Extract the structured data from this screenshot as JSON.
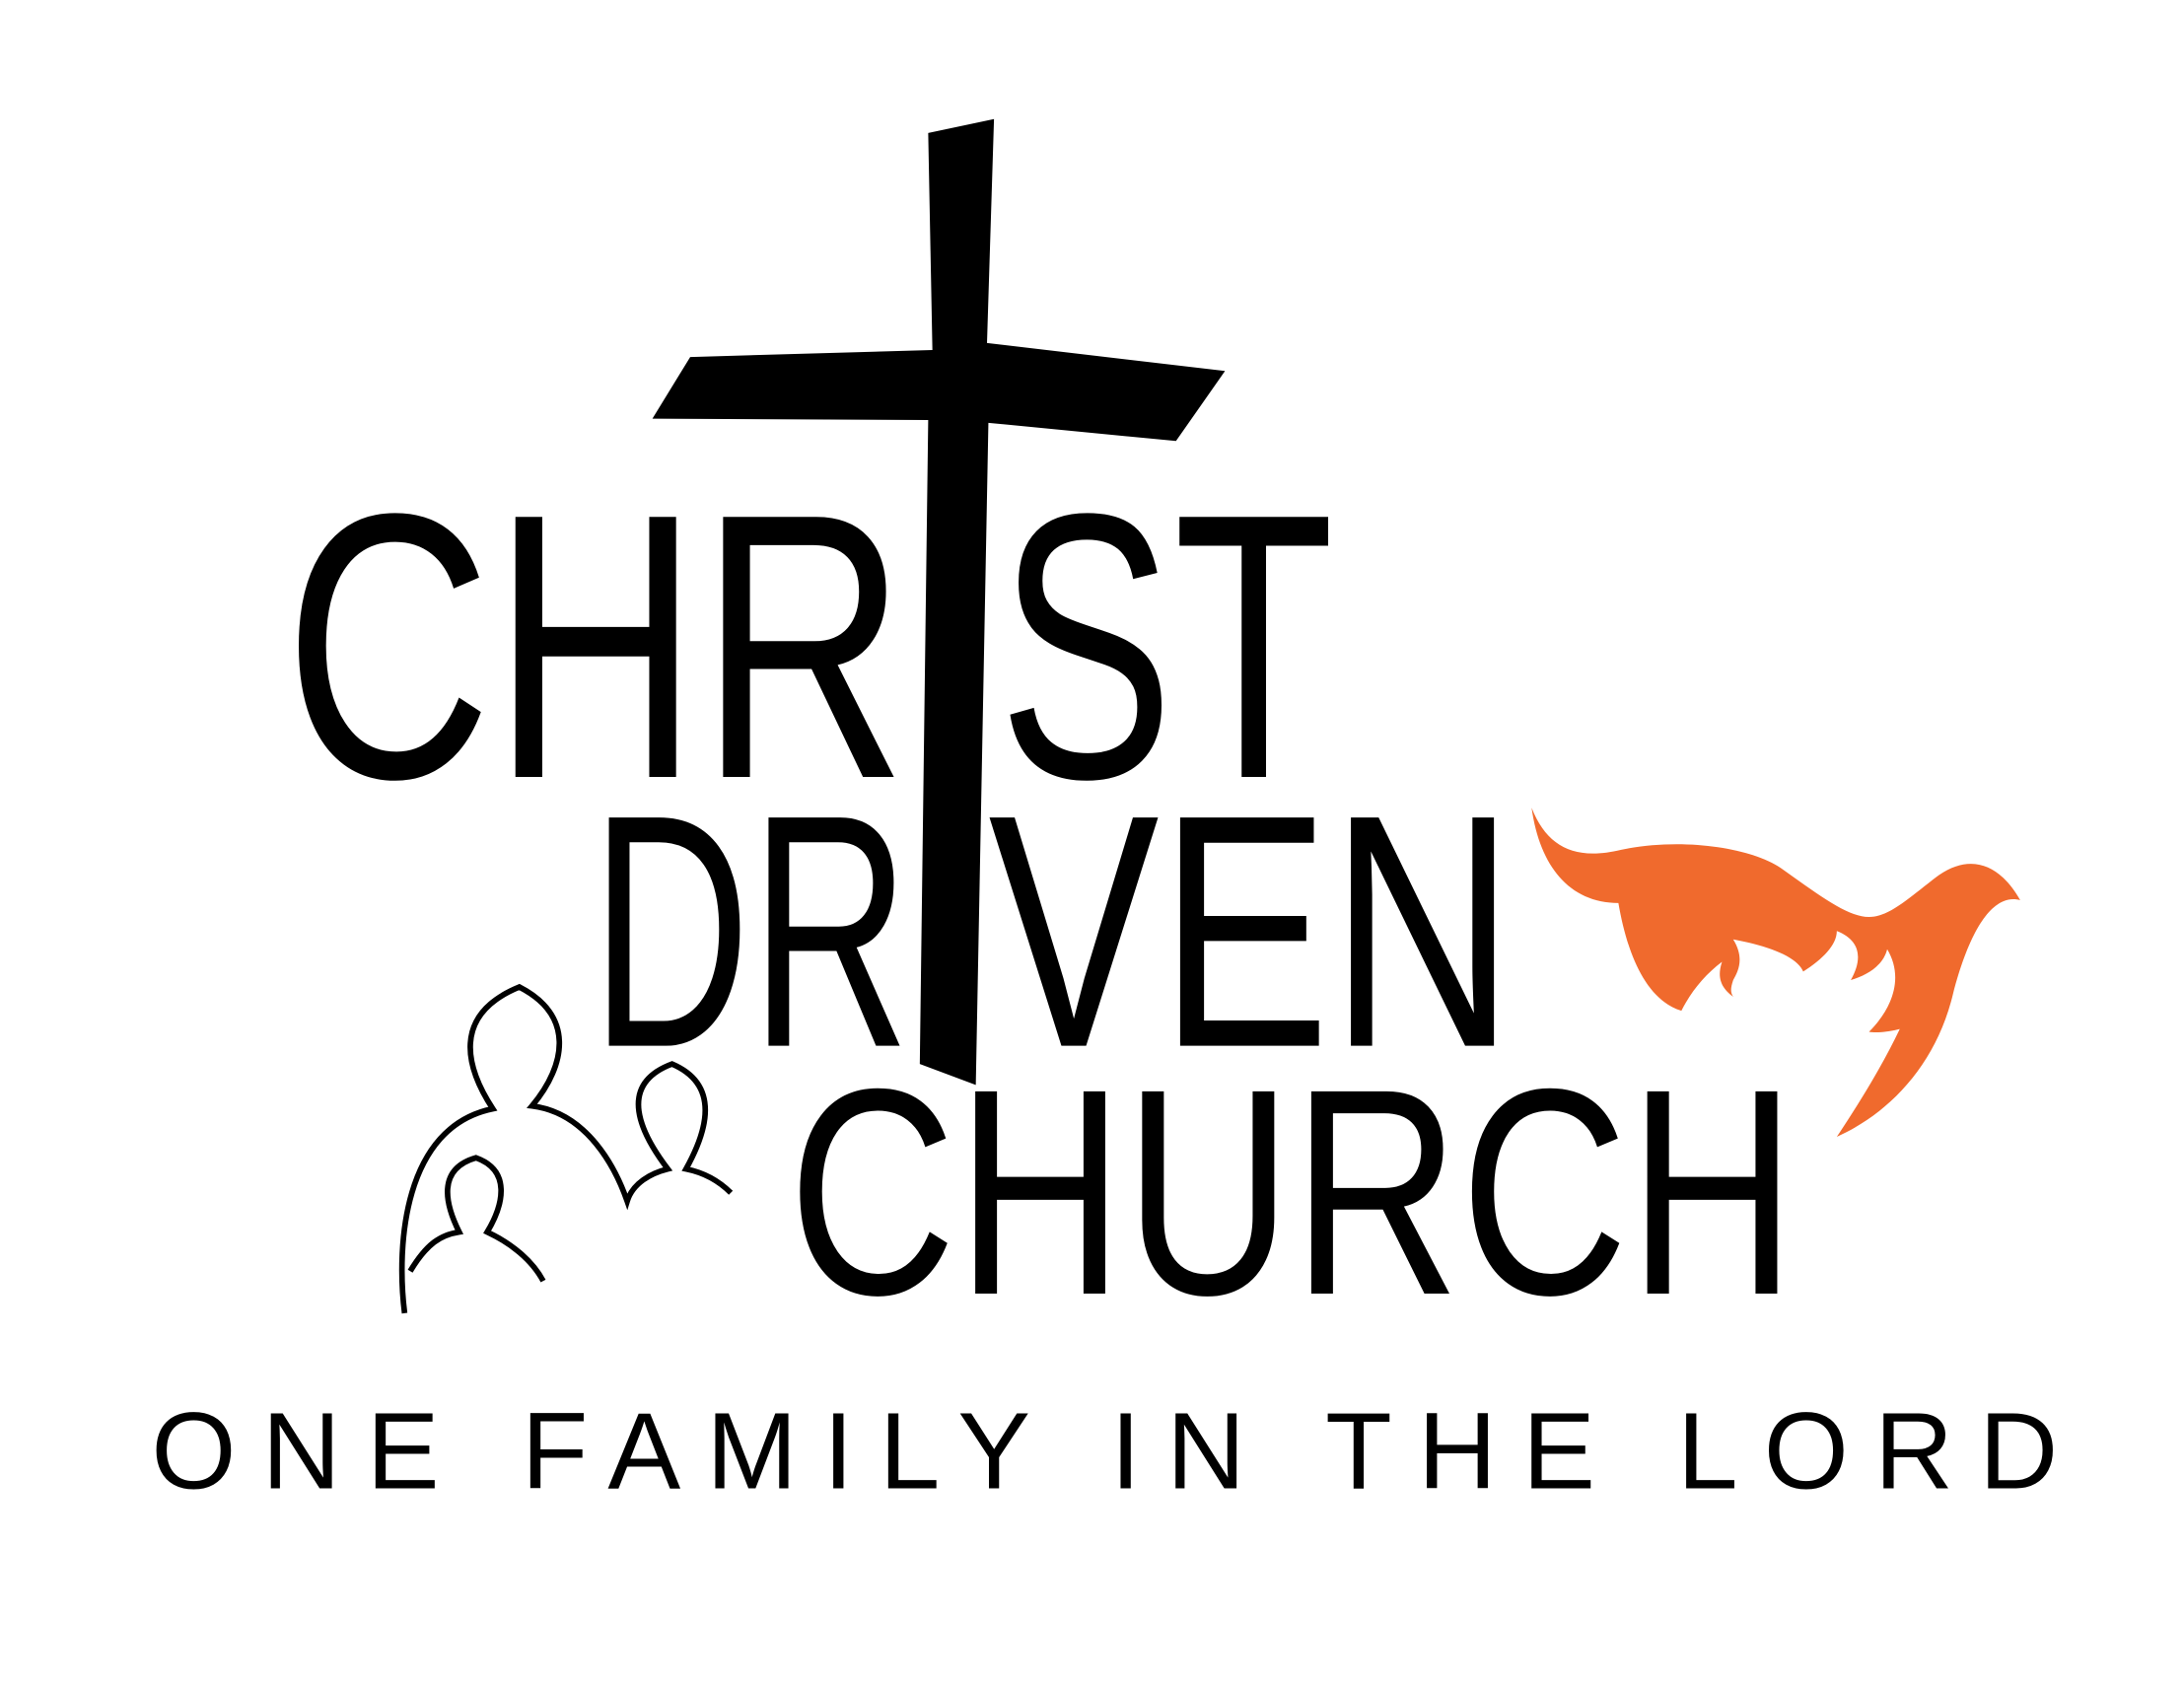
{
  "logo": {
    "line1_left": "CHR",
    "line1_right": "ST",
    "line2_left": "DR",
    "line2_right": "VEN",
    "line3": "CHURCH",
    "tagline": "ONE FAMILY IN THE LORD",
    "icons": [
      "cross-icon",
      "family-icon",
      "dove-icon"
    ]
  },
  "colors": {
    "text": "#000000",
    "dove": "#f06a2d",
    "background": "#ffffff"
  }
}
